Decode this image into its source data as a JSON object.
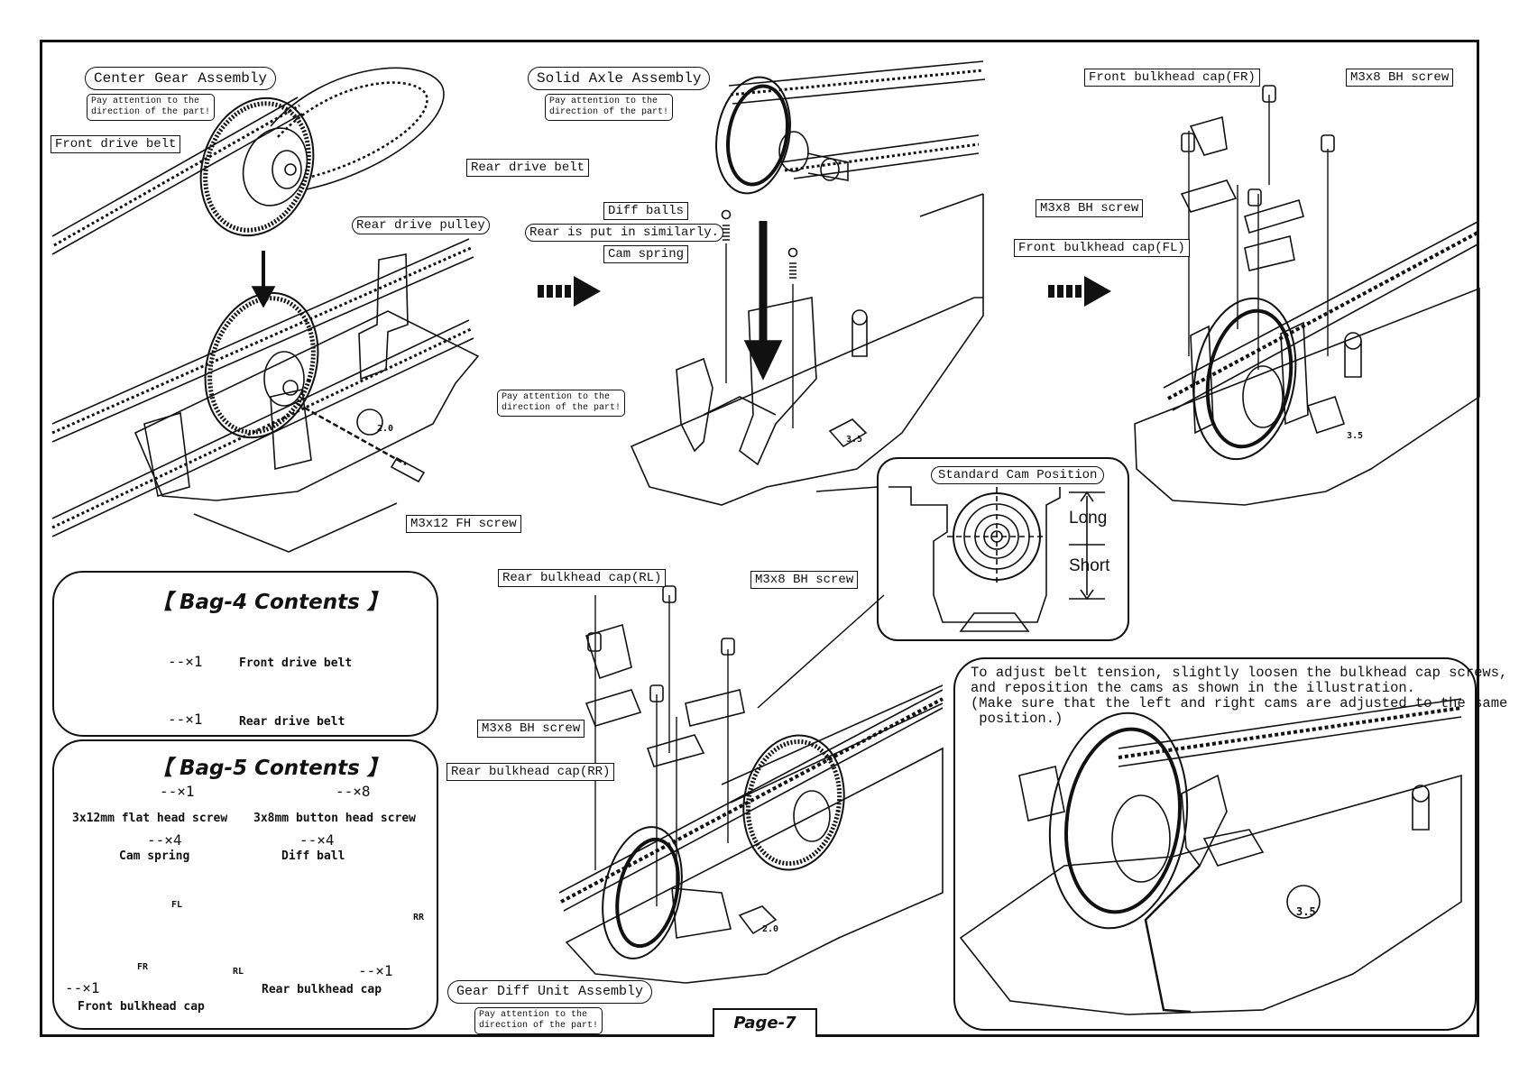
{
  "page_label": "Page-7",
  "step1": {
    "title": "Center Gear Assembly",
    "note": "Pay attention to the\ndirection of the part!",
    "labels": {
      "front_drive_belt": "Front drive belt",
      "rear_drive_belt": "Rear drive belt",
      "rear_drive_pulley": "Rear drive pulley",
      "screw": "M3x12 FH screw"
    }
  },
  "step2": {
    "title": "Solid Axle Assembly",
    "note": "Pay attention to the\ndirection of the part!",
    "note2": "Pay attention to the\ndirection of the part!",
    "labels": {
      "diff_balls": "Diff balls",
      "rear_similarly": "Rear is put in similarly.",
      "cam_spring": "Cam spring"
    }
  },
  "step3": {
    "labels": {
      "cap_fr": "Front bulkhead cap(FR)",
      "screw_a": "M3x8 BH screw",
      "screw_b": "M3x8 BH screw",
      "cap_fl": "Front bulkhead cap(FL)"
    }
  },
  "cam": {
    "title": "Standard Cam Position",
    "long": "Long",
    "short": "Short"
  },
  "step4": {
    "title": "Gear Diff Unit Assembly",
    "note": "Pay attention to the\ndirection of the part!",
    "labels": {
      "cap_rl": "Rear bulkhead cap(RL)",
      "screw_a": "M3x8 BH screw",
      "screw_b": "M3x8 BH screw",
      "cap_rr": "Rear bulkhead cap(RR)"
    }
  },
  "step5": {
    "instruction": "To adjust belt tension, slightly loosen the bulkhead cap screws,\nand reposition the cams as shown in the illustration.\n(Make sure that the left and right cams are adjusted to the same\n position.)"
  },
  "bag4": {
    "title": "【 Bag-4 Contents 】",
    "items": [
      {
        "qty": "--×1",
        "name": "Front drive belt"
      },
      {
        "qty": "--×1",
        "name": "Rear drive belt"
      }
    ]
  },
  "bag5": {
    "title": "【 Bag-5 Contents 】",
    "items": [
      {
        "qty": "--×1",
        "name": "3x12mm flat head screw"
      },
      {
        "qty": "--×8",
        "name": "3x8mm button head screw"
      },
      {
        "qty": "--×4",
        "name": "Cam spring"
      },
      {
        "qty": "--×4",
        "name": "Diff ball"
      },
      {
        "qty": "--×1",
        "name": "Front bulkhead cap"
      },
      {
        "qty": "--×1",
        "name": "Rear bulkhead cap"
      }
    ],
    "cap_marks": [
      "FR",
      "FL",
      "RL",
      "RR"
    ]
  },
  "callout_numbers": [
    "2.0",
    "3.5",
    "3.5",
    "2.0",
    "3.5"
  ]
}
